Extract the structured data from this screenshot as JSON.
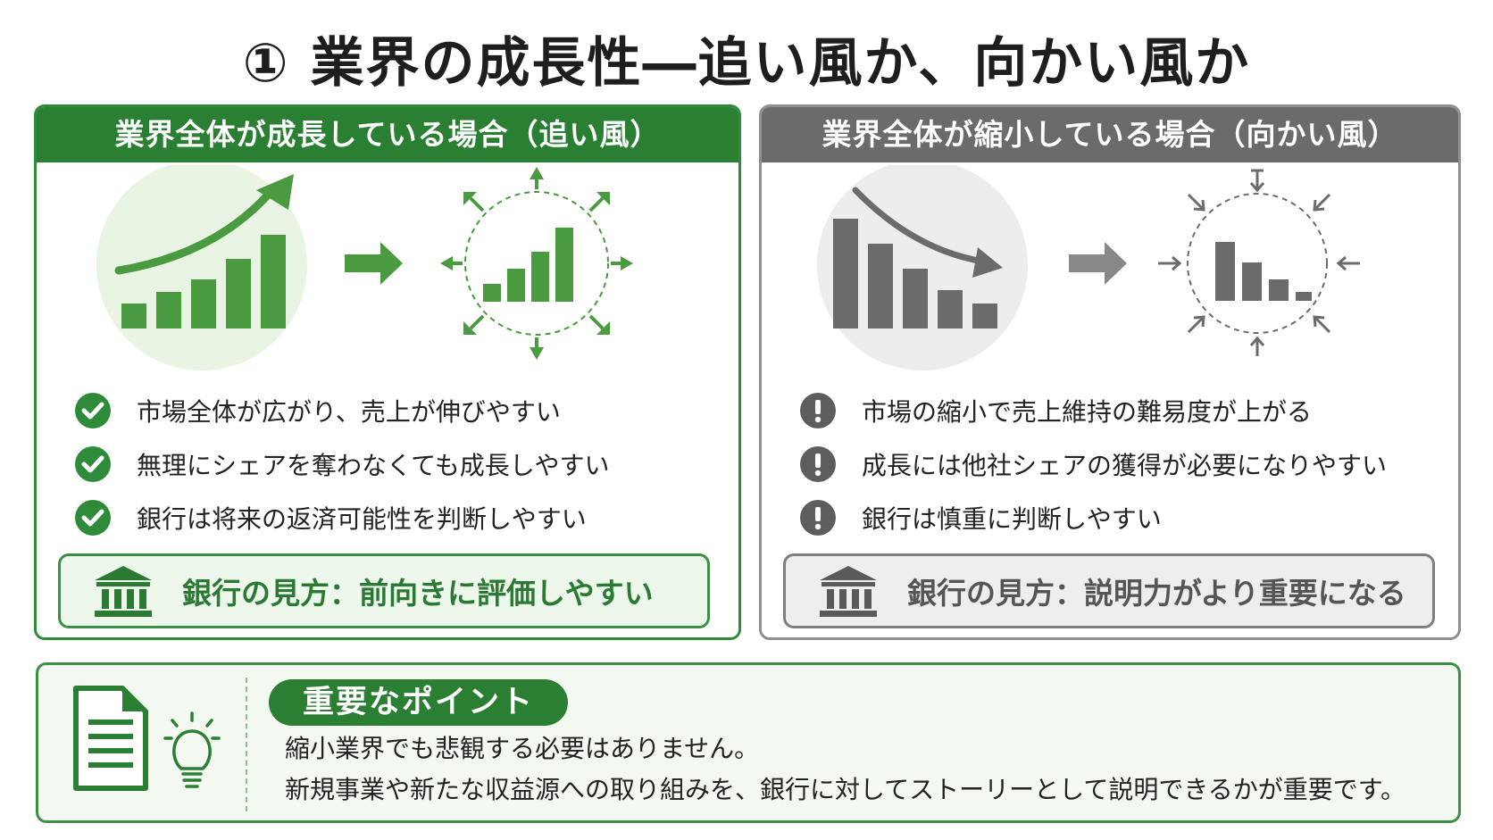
{
  "title": "① 業界の成長性―追い風か、向かい風か",
  "left_panel": {
    "header": "業界全体が成長している場合（追い風）",
    "accent": "#2a7f33",
    "bullet_icon": "check-circle-icon",
    "bullets": [
      "市場全体が広がり、売上が伸びやすい",
      "無理にシェアを奪わなくても成長しやすい",
      "銀行は将来の返済可能性を判断しやすい"
    ],
    "bank_view": "銀行の見方：前向きに評価しやすい",
    "bank_icon": "bank-icon"
  },
  "right_panel": {
    "header": "業界全体が縮小している場合（向かい風）",
    "accent": "#6b6b6b",
    "bullet_icon": "exclamation-circle-icon",
    "bullets": [
      "市場の縮小で売上維持の難易度が上がる",
      "成長には他社シェアの獲得が必要になりやすい",
      "銀行は慎重に判断しやすい"
    ],
    "bank_view": "銀行の見方：説明力がより重要になる",
    "bank_icon": "bank-icon"
  },
  "key_point": {
    "label": "重要なポイント",
    "icons": [
      "document-icon",
      "lightbulb-icon"
    ],
    "lines": [
      "縮小業界でも悲観する必要はありません。",
      "新規事業や新たな収益源への取り組みを、銀行に対してストーリーとして説明できるかが重要です。"
    ]
  }
}
